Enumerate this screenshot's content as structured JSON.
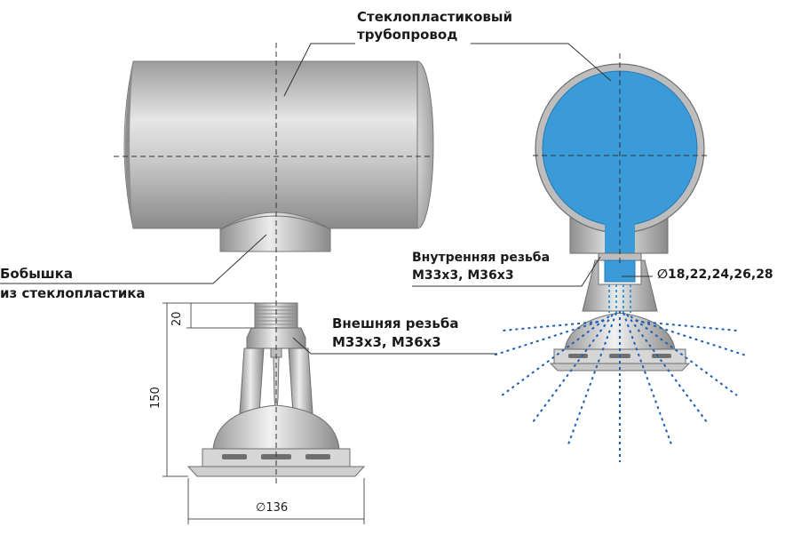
{
  "labels": {
    "pipe_line1": "Стеклопластиковый",
    "pipe_line2": "трубопровод",
    "boss_line1": "Бобышка",
    "boss_line2": "из стеклопластика",
    "outer_thread_line1": "Внешняя резьба",
    "outer_thread_line2": "M33x3, M36x3",
    "inner_thread_line1": "Внутренняя резьба",
    "inner_thread_line2": "M33x3, M36x3",
    "bore_diameters": "∅18,22,24,26,28"
  },
  "dimensions": {
    "thread_length": "20",
    "total_height": "150",
    "base_diameter": "∅136"
  },
  "colors": {
    "pipe_metal": "#b9b9b9",
    "water": "#3a9bd8",
    "spray": "#1f5fb3",
    "leader": "#333333"
  }
}
